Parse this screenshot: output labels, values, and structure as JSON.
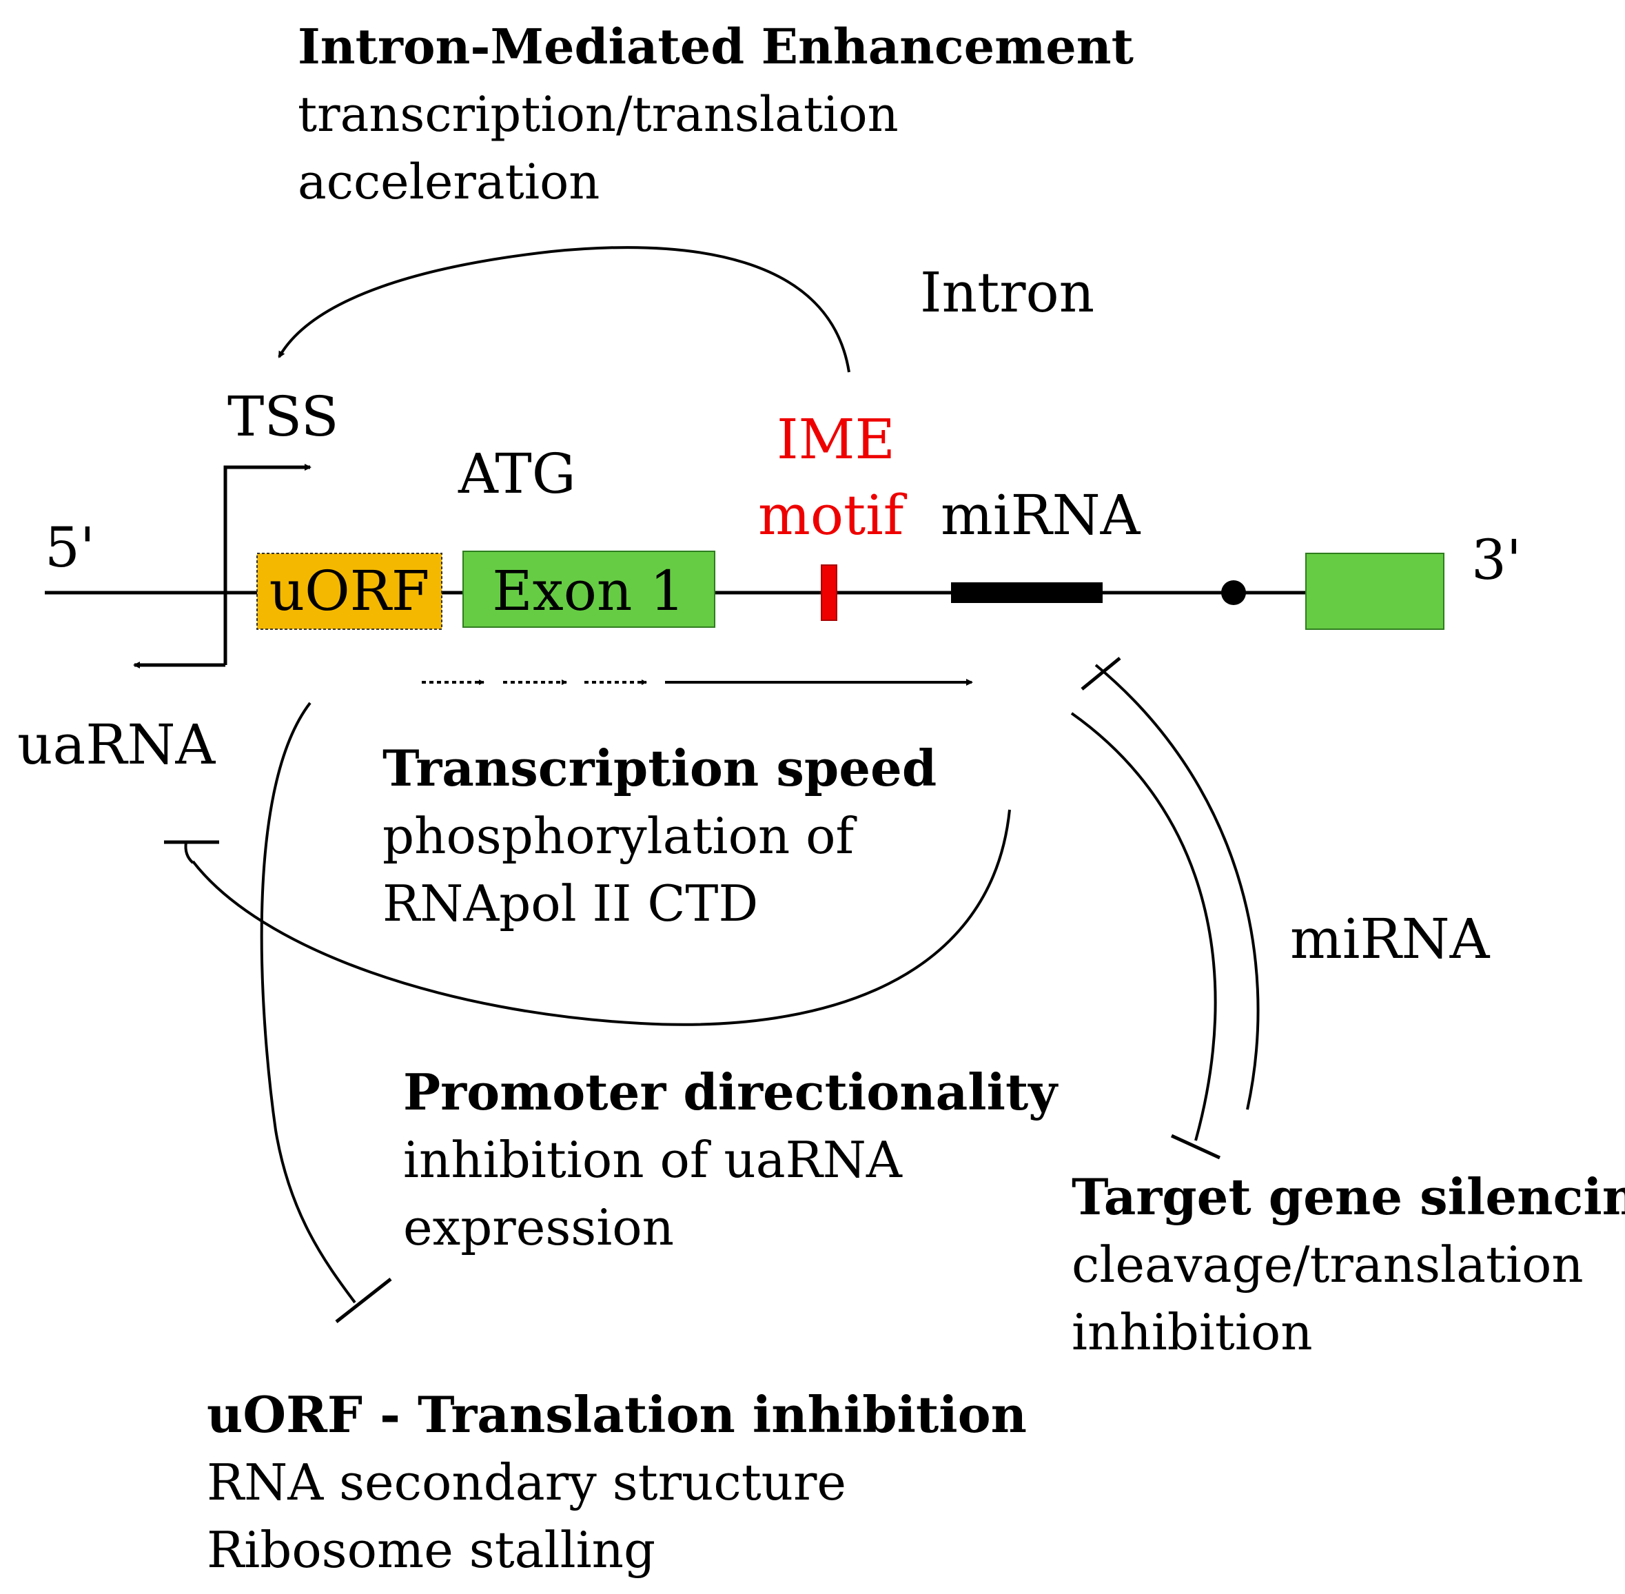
{
  "colors": {
    "uorf_fill": "#f5b800",
    "exon_fill": "#66cc44",
    "ime_motif": "#ee0000",
    "line": "#000000"
  },
  "labels": {
    "ime_title": "Intron-Mediated Enhancement",
    "ime_desc_1": "transcription/translation",
    "ime_desc_2": "acceleration",
    "intron": "Intron",
    "tss": "TSS",
    "atg": "ATG",
    "ime_motif_1": "IME",
    "ime_motif_2": "motif",
    "mirna_gene": "miRNA",
    "five_prime": "5'",
    "three_prime": "3'",
    "uorf_box": "uORF",
    "exon1_box": "Exon 1",
    "uarna": "uaRNA",
    "speed_title": "Transcription speed",
    "speed_desc_1": "phosphorylation of",
    "speed_desc_2": "RNApol II CTD",
    "mirna_side": "miRNA",
    "promoter_title": "Promoter directionality",
    "promoter_desc_1": "inhibition of uaRNA",
    "promoter_desc_2": "expression",
    "silencing_title": "Target gene silencing",
    "silencing_desc_1": "cleavage/translation",
    "silencing_desc_2": "inhibition",
    "uorf_title": "uORF - Translation inhibition",
    "uorf_desc_1": "RNA secondary structure",
    "uorf_desc_2": "Ribosome stalling"
  }
}
